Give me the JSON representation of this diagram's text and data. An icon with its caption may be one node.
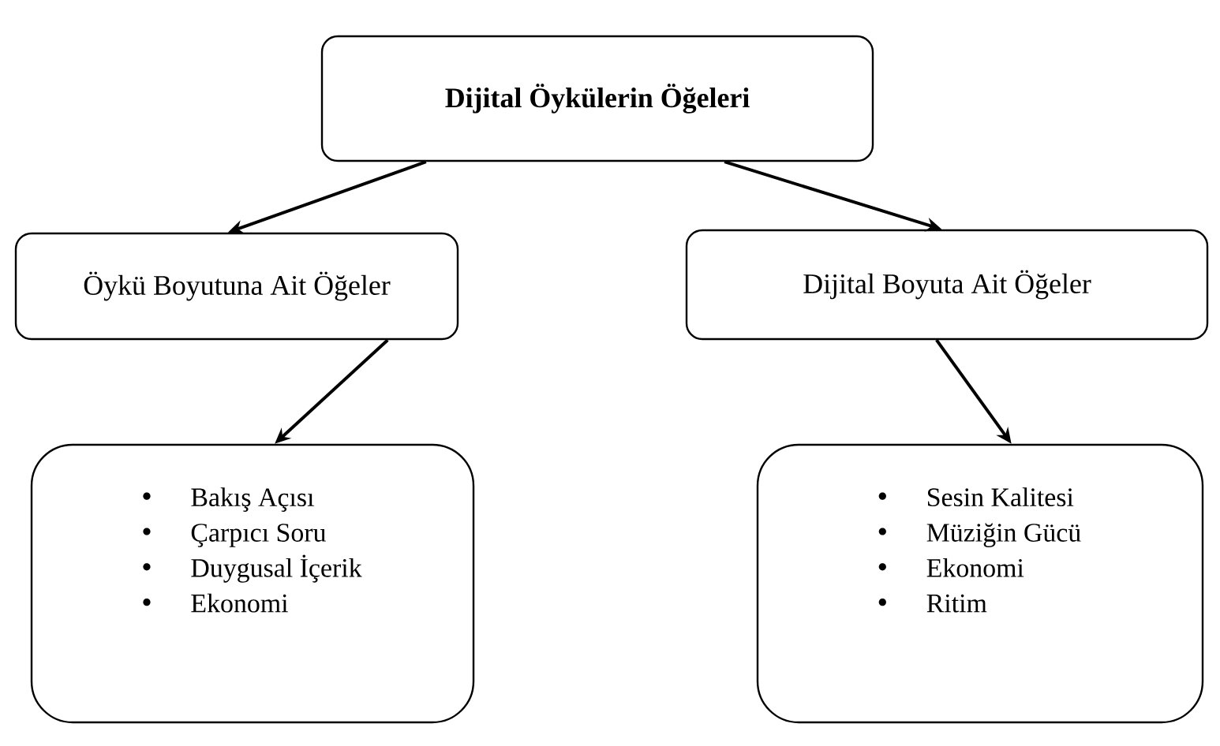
{
  "diagram": {
    "nodes": [
      {
        "text": [
          "Dijital Öykülerin Öğeleri"
        ]
      },
      {
        "text": [
          "Öykü Boyutuna Ait Öğeler"
        ]
      },
      {
        "text": [
          "Dijital Boyuta Ait Öğeler"
        ]
      },
      {
        "text": [
          "Bakış Açısı",
          "Çarpıcı Soru",
          "Duygusal İçerik",
          "Ekonomi"
        ]
      },
      {
        "text": [
          "Sesin Kalitesi",
          "Müziğin Gücü",
          "Ekonomi",
          "Ritim"
        ]
      }
    ],
    "edges": [
      {
        "from": 0,
        "to": 1,
        "arrow": "to"
      },
      {
        "from": 0,
        "to": 2,
        "arrow": "to"
      },
      {
        "from": 1,
        "to": 3,
        "arrow": "to"
      },
      {
        "from": 2,
        "to": 4,
        "arrow": "to"
      }
    ]
  }
}
